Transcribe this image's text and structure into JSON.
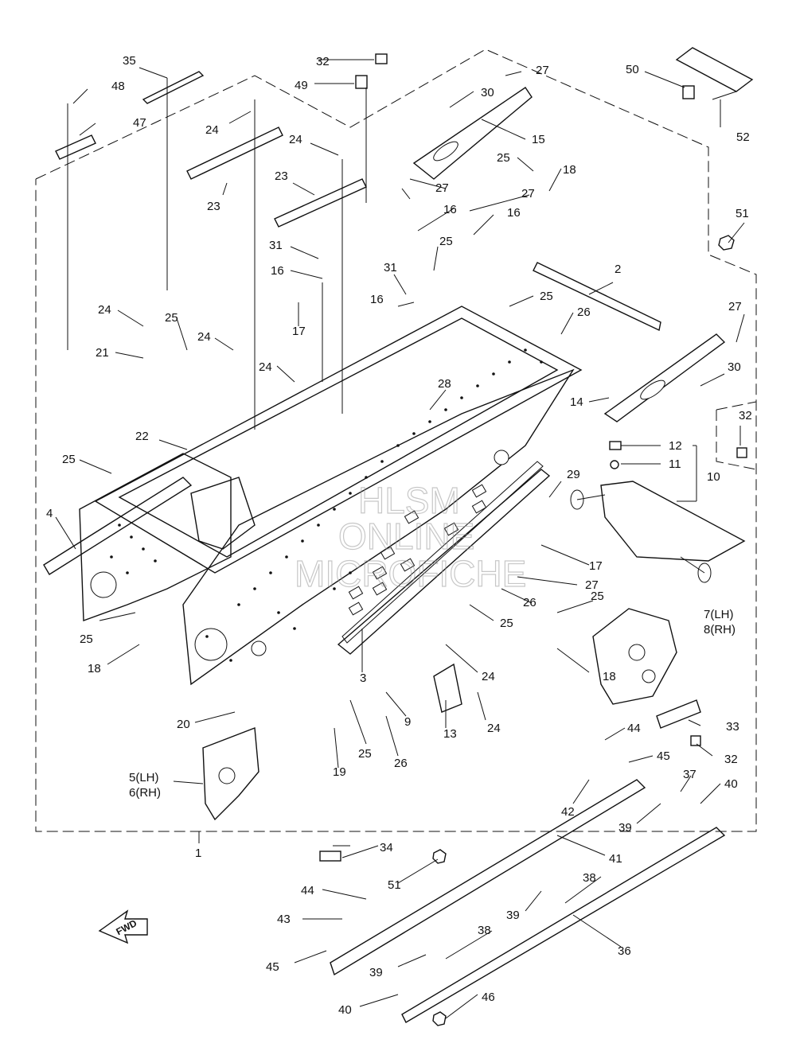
{
  "diagram": {
    "labels": {
      "p1": "1",
      "p2": "2",
      "p3": "3",
      "p4": "4",
      "p5": "5(LH)",
      "p6": "6(RH)",
      "p7": "7(LH)",
      "p8": "8(RH)",
      "p9": "9",
      "p10": "10",
      "p11": "11",
      "p12": "12",
      "p13": "13",
      "p14": "14",
      "p15": "15",
      "p16a": "16",
      "p16b": "16",
      "p16c": "16",
      "p16d": "16",
      "p17a": "17",
      "p17b": "17",
      "p18a": "18",
      "p18b": "18",
      "p18c": "18",
      "p19": "19",
      "p20": "20",
      "p21": "21",
      "p22": "22",
      "p23a": "23",
      "p23b": "23",
      "p24a": "24",
      "p24b": "24",
      "p24c": "24",
      "p24d": "24",
      "p24e": "24",
      "p24f": "24",
      "p24g": "24",
      "p25a": "25",
      "p25b": "25",
      "p25c": "25",
      "p25d": "25",
      "p25e": "25",
      "p25f": "25",
      "p25g": "25",
      "p25h": "25",
      "p25i": "25",
      "p26a": "26",
      "p26b": "26",
      "p26c": "26",
      "p27a": "27",
      "p27b": "27",
      "p27c": "27",
      "p27d": "27",
      "p27e": "27",
      "p28": "28",
      "p29": "29",
      "p30a": "30",
      "p30b": "30",
      "p31a": "31",
      "p31b": "31",
      "p32a": "32",
      "p32b": "32",
      "p32c": "32",
      "p33": "33",
      "p34": "34",
      "p35": "35",
      "p36": "36",
      "p37": "37",
      "p38a": "38",
      "p38b": "38",
      "p39a": "39",
      "p39b": "39",
      "p39c": "39",
      "p40a": "40",
      "p40b": "40",
      "p41": "41",
      "p42": "42",
      "p43": "43",
      "p44a": "44",
      "p44b": "44",
      "p45a": "45",
      "p45b": "45",
      "p46": "46",
      "p47": "47",
      "p48": "48",
      "p49": "49",
      "p50": "50",
      "p51a": "51",
      "p51b": "51",
      "p52": "52"
    },
    "direction_arrow": "FWD",
    "watermark": {
      "line1": "HLSM",
      "line2": "ONLINE",
      "line3": "MICROFICHE"
    }
  }
}
